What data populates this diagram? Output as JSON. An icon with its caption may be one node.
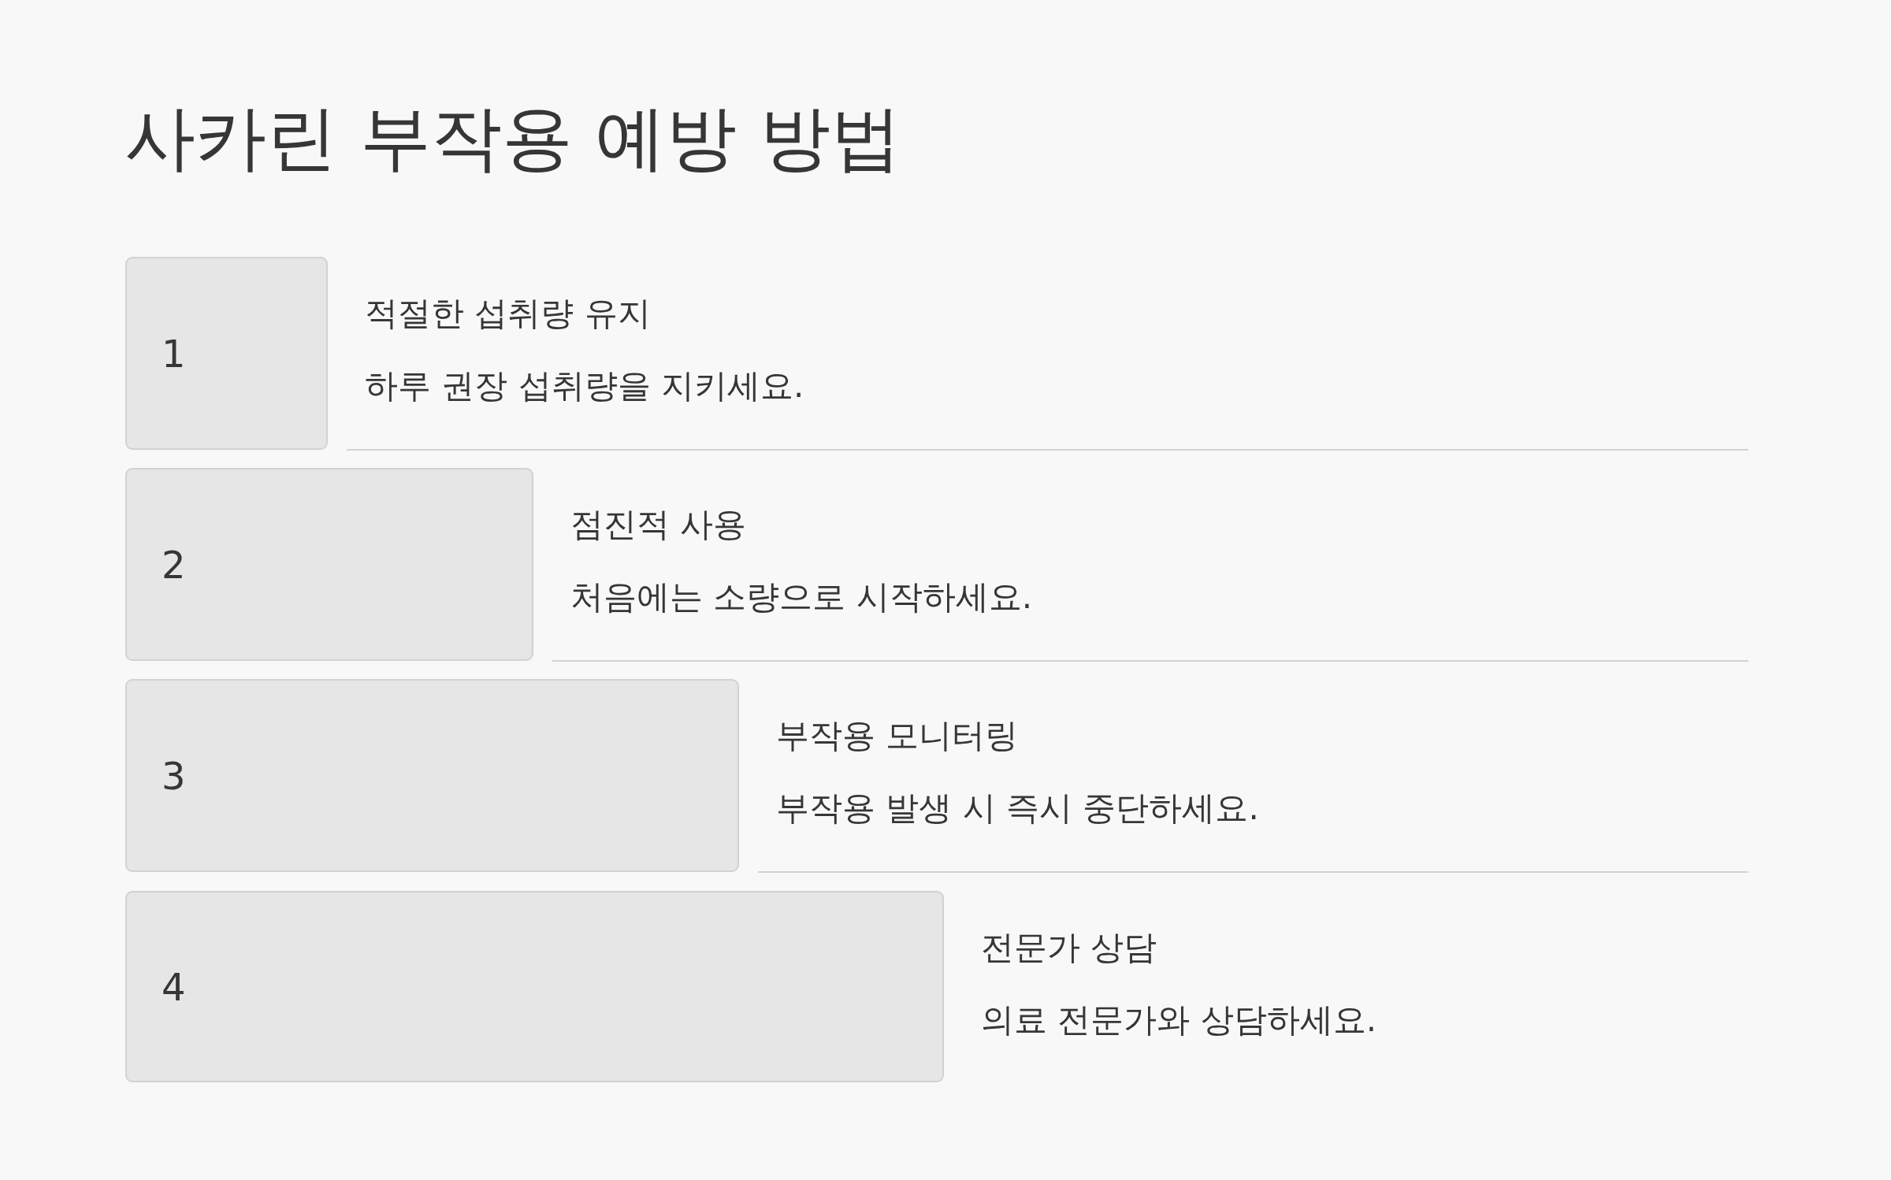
{
  "diagram": {
    "title": "사카린 부작용 예방 방법",
    "nodes": [
      {
        "text": [
          "1"
        ],
        "beside": [
          "적절한 섭취량 유지",
          "하루 권장 섭취량을 지키세요."
        ]
      },
      {
        "text": [
          "2"
        ],
        "beside": [
          "점진적 사용",
          "처음에는 소량으로 시작하세요."
        ]
      },
      {
        "text": [
          "3"
        ],
        "beside": [
          "부작용 모니터링",
          "부작용 발생 시 즉시 중단하세요."
        ]
      },
      {
        "text": [
          "4"
        ],
        "beside": [
          "전문가 상담",
          "의료 전문가와 상담하세요."
        ]
      }
    ],
    "edges": []
  }
}
